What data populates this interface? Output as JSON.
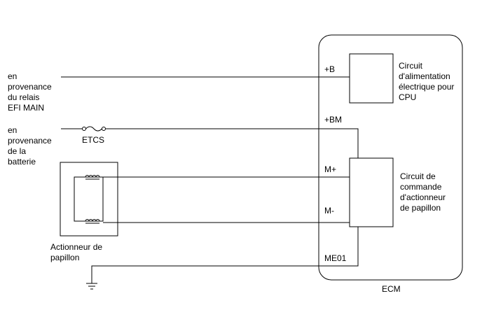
{
  "labels": {
    "source_efi": "en\nprovenance\ndu relais\nEFI MAIN",
    "source_battery": "en\nprovenance\nde la\nbatterie",
    "fuse": "ETCS",
    "actuator": "Actionneur de\npapillon",
    "ecm": "ECM",
    "pin_b": "+B",
    "pin_bm": "+BM",
    "pin_mp": "M+",
    "pin_mm": "M-",
    "pin_me01": "ME01",
    "cpu_block": "Circuit\nd'alimentation\nélectrique pour\nCPU",
    "driver_block": "Circuit de\ncommande\nd'actionneur\nde papillon"
  },
  "colors": {
    "line": "#000000",
    "background": "#ffffff"
  },
  "icons": {
    "fuse": "fuse-symbol",
    "coil": "inductor-coil",
    "ground": "ground-symbol"
  }
}
